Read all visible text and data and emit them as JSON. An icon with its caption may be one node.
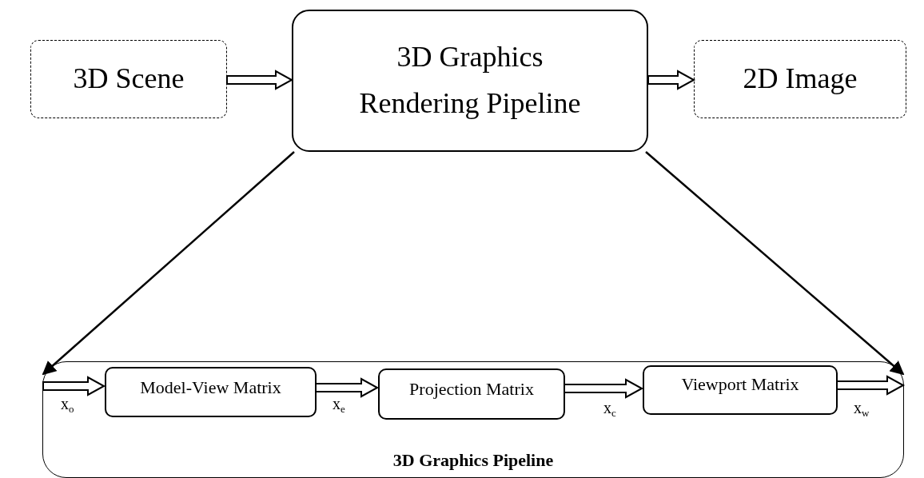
{
  "diagram": {
    "nodes": [
      {
        "text": [
          "3D Scene"
        ]
      },
      {
        "text": [
          "3D Graphics Rendering Pipeline"
        ]
      },
      {
        "text": [
          "2D Image"
        ]
      },
      {
        "text": [
          "3D Graphics Pipeline"
        ]
      },
      {
        "text": [
          "Model-View Matrix"
        ],
        "in": 3
      },
      {
        "text": [
          "Projection Matrix"
        ],
        "in": 3
      },
      {
        "text": [
          "Viewport Matrix"
        ],
        "in": 3
      }
    ],
    "edges": [
      {
        "from": 0,
        "to": 1,
        "arrow": "to"
      },
      {
        "from": 1,
        "to": 2,
        "arrow": "to"
      },
      {
        "from": 1,
        "to": 3,
        "arrow": "to"
      },
      {
        "from": 1,
        "to": 3,
        "arrow": "to"
      },
      {
        "from": null,
        "to": 4,
        "arrow": "to"
      },
      {
        "from": 4,
        "to": 5,
        "arrow": "to"
      },
      {
        "from": 5,
        "to": 6,
        "arrow": "to"
      },
      {
        "from": 6,
        "to": null,
        "arrow": "to"
      }
    ],
    "labels": [
      "x$_{o}$",
      "x$_{e}$",
      "x$_{c}$",
      "x$_{w}$"
    ]
  }
}
